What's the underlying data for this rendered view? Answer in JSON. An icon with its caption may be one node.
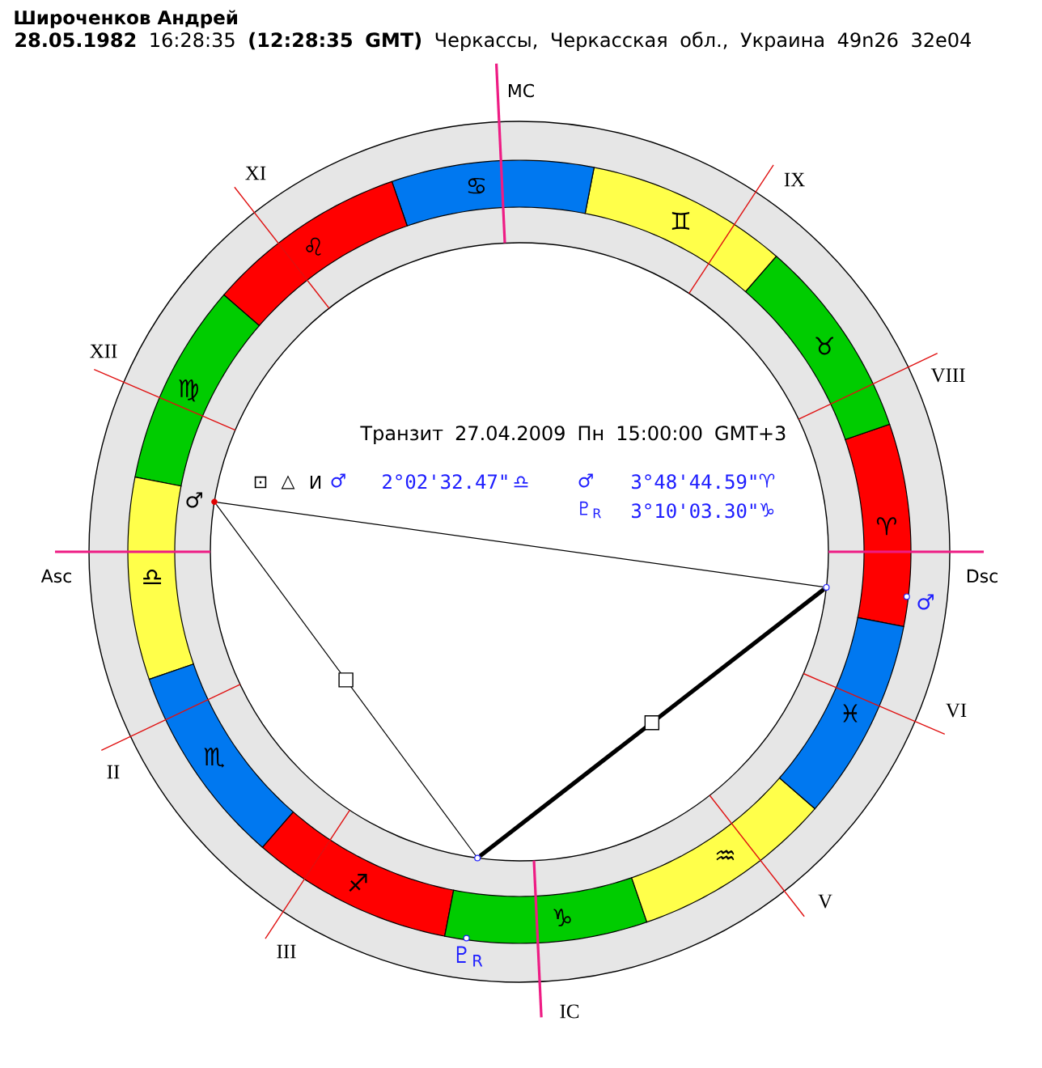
{
  "diagram": {
    "title": "Широченков Андрей",
    "nodes": [
      {
        "text": [
          "♈"
        ]
      },
      {
        "text": [
          "♉"
        ]
      },
      {
        "text": [
          "♊"
        ]
      },
      {
        "text": [
          "♋"
        ]
      },
      {
        "text": [
          "♌"
        ]
      },
      {
        "text": [
          "♍"
        ]
      },
      {
        "text": [
          "♎"
        ]
      },
      {
        "text": [
          "♏"
        ]
      },
      {
        "text": [
          "♐"
        ]
      },
      {
        "text": [
          "♑"
        ]
      },
      {
        "text": [
          "♒"
        ]
      },
      {
        "text": [
          "♓"
        ]
      },
      {
        "text": [],
        "shape": "circle",
        "beside": [
          "♂"
        ]
      },
      {
        "text": [],
        "shape": "circle"
      },
      {
        "text": [],
        "shape": "circle"
      }
    ],
    "edges": [
      {
        "from": 12,
        "to": 13,
        "arrow": "none"
      },
      {
        "from": 12,
        "to": 14,
        "arrow": "none"
      },
      {
        "from": 14,
        "to": 13,
        "arrow": "none",
        "style": "thick"
      }
    ],
    "labels": [
      "**28.05.1982** 16:28:35 **(12:28:35 GMT)** Черкассы, Черкасская обл., Украина 49n26 32e04",
      "MC",
      "XI",
      "IX",
      "XII",
      "VIII",
      "Транзит 27.04.2009 Пн 15:00:00 GMT+3",
      "⊡",
      "△",
      "И",
      "♂",
      "2°02'32.47\"",
      "♎",
      "♂",
      "3°48'44.59\"",
      "♈",
      "♇$_{R}$",
      "3°10'03.30\"",
      "♑",
      "Asc",
      "Dsc",
      "♂",
      "VI",
      "II",
      "V",
      "III",
      "♇$_{R}$",
      "IC"
    ]
  }
}
